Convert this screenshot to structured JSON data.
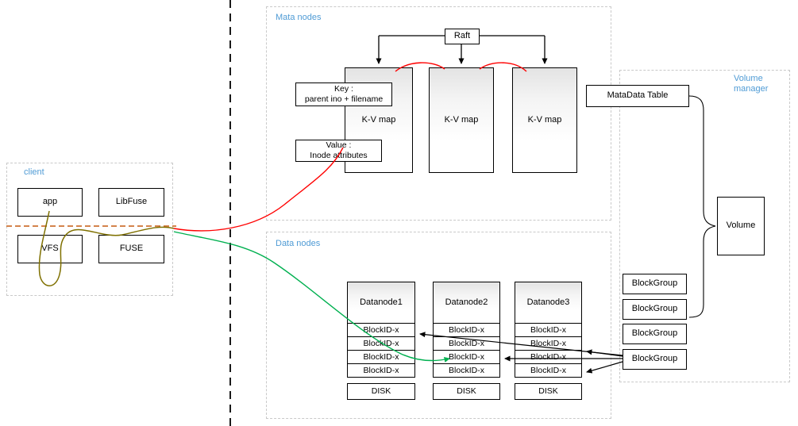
{
  "client": {
    "label": "client",
    "app": "app",
    "libfuse": "LibFuse",
    "vfs": "VFS",
    "fuse": "FUSE"
  },
  "mata_nodes": {
    "label": "Mata nodes",
    "raft": "Raft",
    "kv_maps": [
      "K-V map",
      "K-V map",
      "K-V map"
    ],
    "key_note": {
      "line1": "Key :",
      "line2": "parent ino + filename"
    },
    "value_note": {
      "line1": "Value :",
      "line2": "Inode attributes"
    }
  },
  "data_nodes": {
    "label": "Data nodes",
    "datanodes": [
      {
        "name": "Datanode1",
        "rows": [
          "BlockID-x",
          "BlockID-x",
          "BlockID-x",
          "BlockID-x"
        ],
        "disk": "DISK"
      },
      {
        "name": "Datanode2",
        "rows": [
          "BlockID-x",
          "BlockID-x",
          "BlockID-x",
          "BlockID-x"
        ],
        "disk": "DISK"
      },
      {
        "name": "Datanode3",
        "rows": [
          "BlockID-x",
          "BlockID-x",
          "BlockID-x",
          "BlockID-x"
        ],
        "disk": "DISK"
      }
    ]
  },
  "volume_manager": {
    "label_line1": "Volume",
    "label_line2": "manager",
    "metadata_table": "MataData Table",
    "volume": "Volume",
    "block_groups": [
      "BlockGroup",
      "BlockGroup",
      "BlockGroup",
      "BlockGroup"
    ]
  },
  "colors": {
    "section_label": "#4f9bd5",
    "red_line": "#ff0000",
    "green_line": "#00b050",
    "olive_line": "#7f7000",
    "client_divider": "#c55a11",
    "container_border": "#c9c9c9"
  }
}
